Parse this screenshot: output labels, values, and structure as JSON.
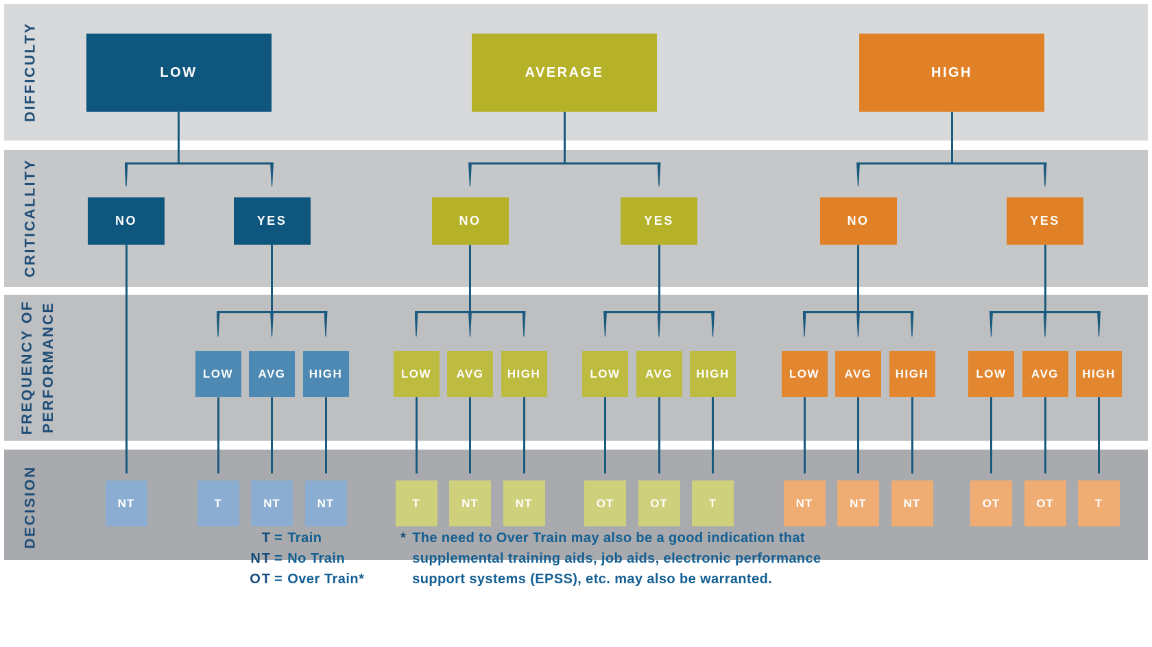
{
  "rows": {
    "difficulty": "DIFFICULTY",
    "criticality": "CRITICALLITY",
    "frequency_line1": "FREQUENCY OF",
    "frequency_line2": "PERFORMANCE",
    "decision": "DECISION"
  },
  "groups": [
    {
      "difficulty": "LOW",
      "theme": "blue",
      "branches": [
        {
          "criticality": "NO",
          "frequency": [],
          "decisions": [
            "NT"
          ]
        },
        {
          "criticality": "YES",
          "frequency": [
            "LOW",
            "AVG",
            "HIGH"
          ],
          "decisions": [
            "T",
            "NT",
            "NT"
          ]
        }
      ]
    },
    {
      "difficulty": "AVERAGE",
      "theme": "olive",
      "branches": [
        {
          "criticality": "NO",
          "frequency": [
            "LOW",
            "AVG",
            "HIGH"
          ],
          "decisions": [
            "T",
            "NT",
            "NT"
          ]
        },
        {
          "criticality": "YES",
          "frequency": [
            "LOW",
            "AVG",
            "HIGH"
          ],
          "decisions": [
            "OT",
            "OT",
            "T"
          ]
        }
      ]
    },
    {
      "difficulty": "HIGH",
      "theme": "orange",
      "branches": [
        {
          "criticality": "NO",
          "frequency": [
            "LOW",
            "AVG",
            "HIGH"
          ],
          "decisions": [
            "NT",
            "NT",
            "NT"
          ]
        },
        {
          "criticality": "YES",
          "frequency": [
            "LOW",
            "AVG",
            "HIGH"
          ],
          "decisions": [
            "OT",
            "OT",
            "T"
          ]
        }
      ]
    }
  ],
  "legend": {
    "equals": "=",
    "items": [
      {
        "abbr": "T",
        "text": "Train"
      },
      {
        "abbr": "NT",
        "text": "No Train"
      },
      {
        "abbr": "OT",
        "text": "Over Train*"
      }
    ]
  },
  "footnote": {
    "marker": "*",
    "lines": [
      "The need to Over Train may also be a good indication that",
      "supplemental training aids, job aids, electronic performance",
      "support systems (EPSS), etc. may also be warranted."
    ]
  },
  "colors": {
    "bands": [
      "#d8d9da",
      "#c6c7c9",
      "#bdbfc1",
      "#a8aaad"
    ],
    "line": "#1a5a7e",
    "label": "#1d4d77",
    "legend_abbr": "#134a7c",
    "legend_text": "#135f93",
    "themes": {
      "blue": {
        "top": "#0e567d",
        "crit": "#0e567d",
        "freq": "#4d89b2",
        "decision": "#8badd2"
      },
      "olive": {
        "top": "#b5b229",
        "crit": "#b5b229",
        "freq": "#bdbb40",
        "decision": "#cfd07b"
      },
      "orange": {
        "top": "#e08128",
        "crit": "#e08128",
        "freq": "#e2862f",
        "decision": "#efac73"
      }
    }
  }
}
